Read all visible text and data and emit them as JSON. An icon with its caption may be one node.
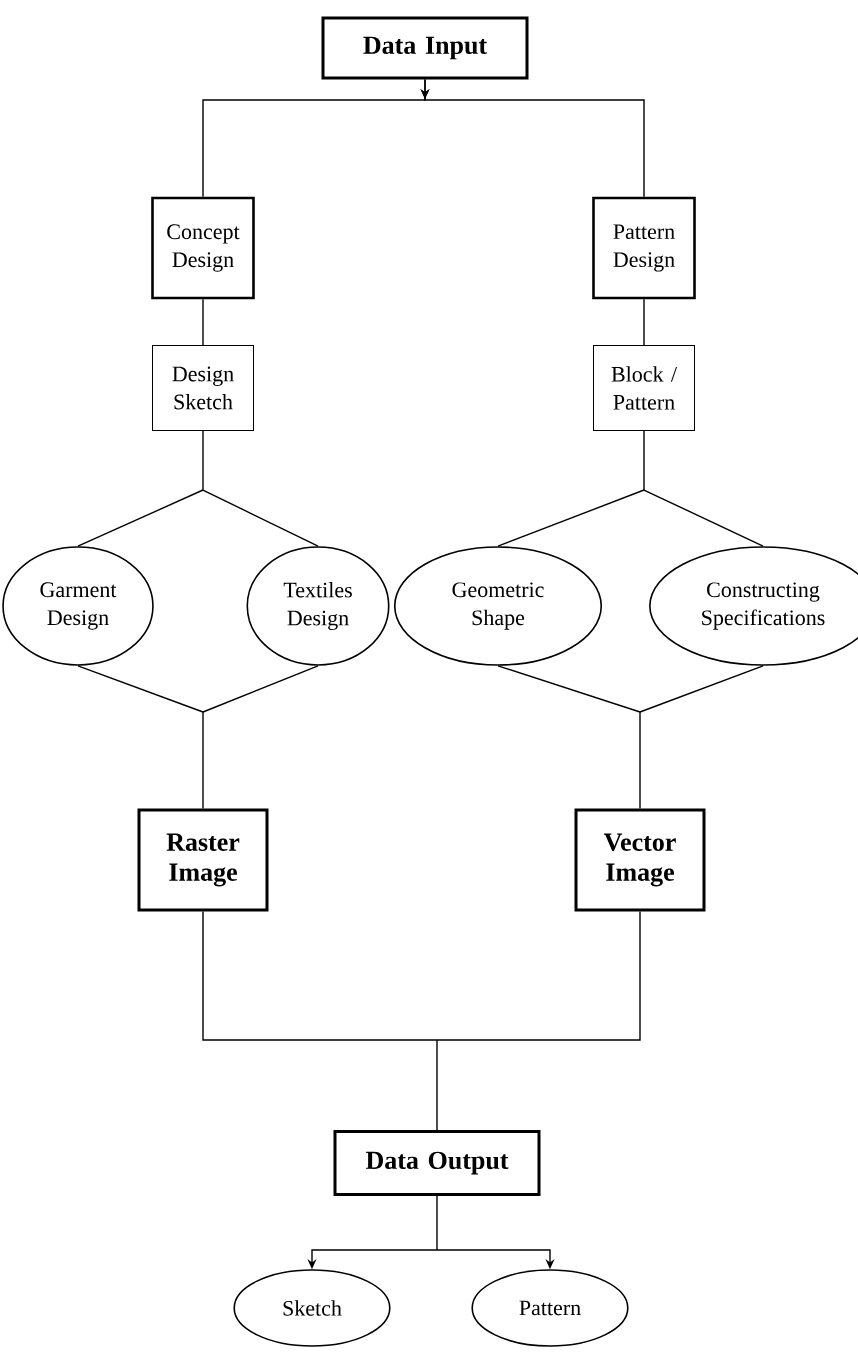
{
  "diagram": {
    "nodes": [
      {
        "text": [
          "Data Input"
        ]
      },
      {
        "text": [
          "Concept Design"
        ]
      },
      {
        "text": [
          "Pattern Design"
        ]
      },
      {
        "text": [
          "Design Sketch"
        ]
      },
      {
        "text": [
          "Block / Pattern"
        ]
      },
      {
        "text": [
          "Garment Design"
        ]
      },
      {
        "text": [
          "Textiles Design"
        ]
      },
      {
        "text": [
          "Geometric Shape"
        ]
      },
      {
        "text": [
          "Constructing Specifications"
        ]
      },
      {
        "text": [
          "Raster Image"
        ]
      },
      {
        "text": [
          "Vector Image"
        ]
      },
      {
        "text": [
          "Data Output"
        ]
      },
      {
        "text": [
          "Sketch"
        ]
      },
      {
        "text": [
          "Pattern"
        ]
      }
    ],
    "edges": [
      {
        "from": 0,
        "to": 1,
        "arrow": "to"
      },
      {
        "from": 0,
        "to": 2,
        "arrow": "to"
      },
      {
        "from": 1,
        "to": 3,
        "arrow": "none"
      },
      {
        "from": 2,
        "to": 4,
        "arrow": "none"
      },
      {
        "from": 3,
        "to": 5,
        "arrow": "none"
      },
      {
        "from": 3,
        "to": 6,
        "arrow": "none"
      },
      {
        "from": 4,
        "to": 7,
        "arrow": "none"
      },
      {
        "from": 4,
        "to": 8,
        "arrow": "none"
      },
      {
        "from": 5,
        "to": 9,
        "arrow": "none"
      },
      {
        "from": 6,
        "to": 9,
        "arrow": "none"
      },
      {
        "from": 7,
        "to": 10,
        "arrow": "none"
      },
      {
        "from": 8,
        "to": 10,
        "arrow": "none"
      },
      {
        "from": 9,
        "to": 11,
        "arrow": "none"
      },
      {
        "from": 10,
        "to": 11,
        "arrow": "none"
      },
      {
        "from": 11,
        "to": 12,
        "arrow": "to"
      },
      {
        "from": 11,
        "to": 13,
        "arrow": "to"
      }
    ]
  }
}
